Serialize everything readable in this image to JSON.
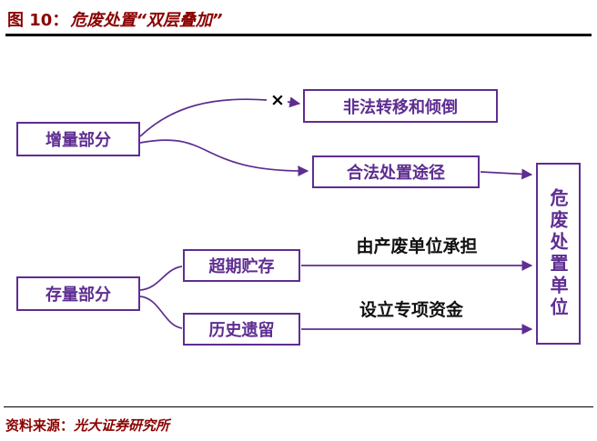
{
  "title": {
    "label": "图 10：",
    "text": "危废处置“双层叠加”"
  },
  "diagram": {
    "boxes": {
      "increment": {
        "label": "增量部分"
      },
      "illegal": {
        "label": "非法转移和倾倒"
      },
      "legal": {
        "label": "合法处置途径"
      },
      "stock": {
        "label": "存量部分"
      },
      "overdue": {
        "label": "超期贮存"
      },
      "legacy": {
        "label": "历史遗留"
      },
      "unit": {
        "label": "危废处置单位"
      }
    },
    "labels": {
      "blocked_mark": "×",
      "overdue_edge": "由产废单位承担",
      "legacy_edge": "设立专项资金"
    }
  },
  "footer": {
    "source_label": "资料来源：",
    "source_value": "光大证券研究所"
  },
  "colors": {
    "title_maroon": "#8B0000",
    "diagram_purple": "#5E2D91",
    "edge_label_black": "#111111"
  }
}
